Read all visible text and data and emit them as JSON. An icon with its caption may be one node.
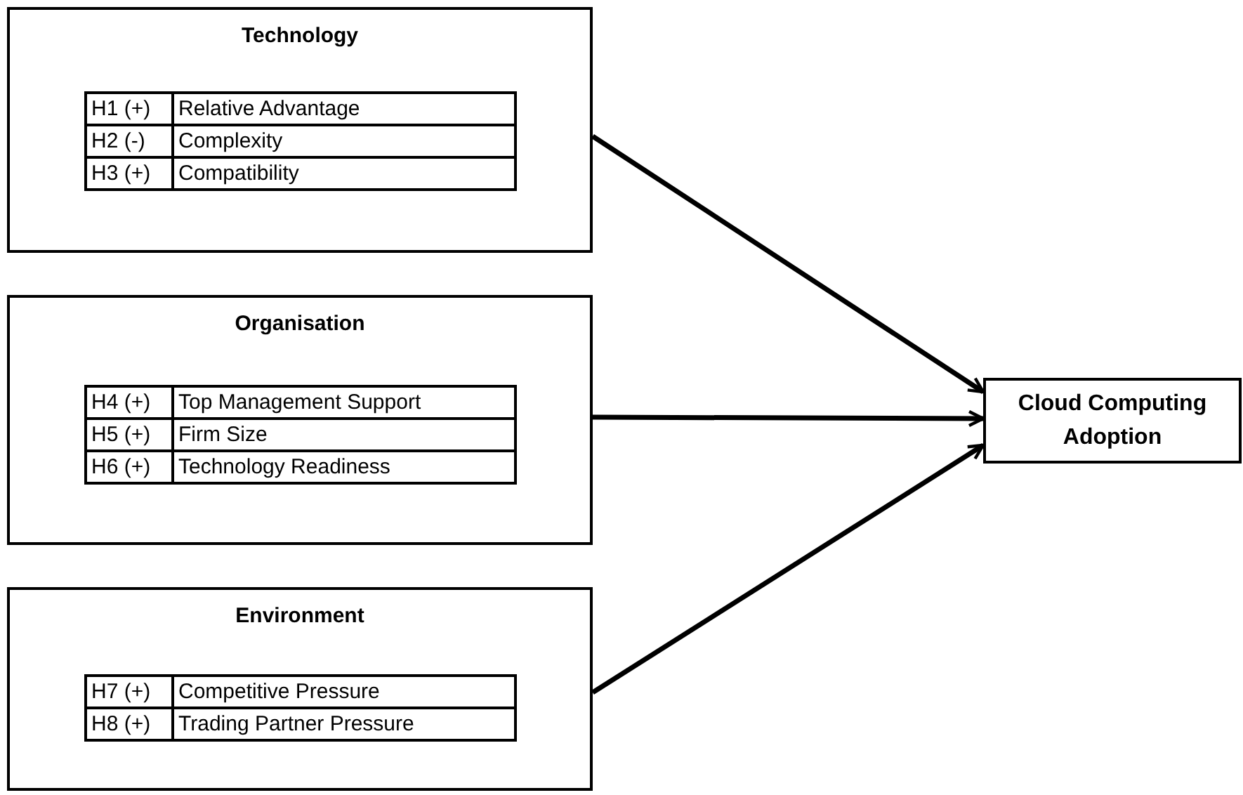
{
  "diagram": {
    "nodes": [
      {
        "text": [
          "Technology",
          "H1 (+)",
          "Relative Advantage",
          "H2 (-)",
          "Complexity",
          "H3 (+)",
          "Compatibility"
        ]
      },
      {
        "text": [
          "Organisation",
          "H4 (+)",
          "Top Management Support",
          "H5 (+)",
          "Firm Size",
          "H6 (+)",
          "Technology Readiness"
        ]
      },
      {
        "text": [
          "Environment",
          "H7 (+)",
          "Competitive Pressure",
          "H8 (+)",
          "Trading Partner Pressure"
        ]
      },
      {
        "text": [
          "Cloud Computing Adoption"
        ]
      }
    ],
    "edges": [
      {
        "from": 0,
        "to": 3,
        "arrow": "to"
      },
      {
        "from": 1,
        "to": 3,
        "arrow": "to"
      },
      {
        "from": 2,
        "to": 3,
        "arrow": "to"
      }
    ]
  }
}
